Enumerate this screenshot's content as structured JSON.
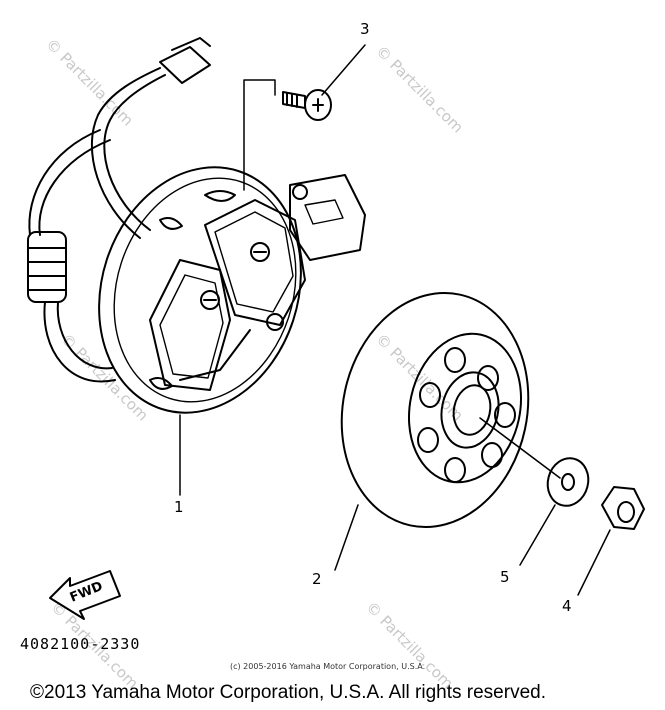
{
  "watermark": "© Partzilla.com",
  "diagram": {
    "callouts": [
      "1",
      "2",
      "3",
      "4",
      "5"
    ],
    "part_number": "4082100-2330",
    "fwd_label": "FWD"
  },
  "copyright": {
    "small": "(c) 2005-2016 Yamaha Motor Corporation, U.S.A.",
    "footer": "©2013 Yamaha Motor Corporation, U.S.A. All rights reserved."
  }
}
